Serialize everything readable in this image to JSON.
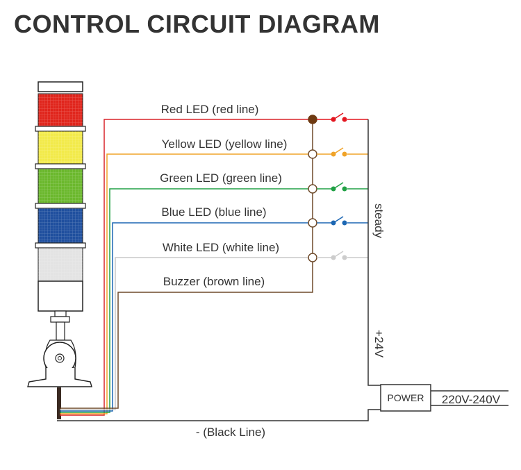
{
  "title": "CONTROL CIRCUIT DIAGRAM",
  "wires": [
    {
      "label": "Red LED (red line)",
      "color": "#d8232a",
      "contact": "#e3151f"
    },
    {
      "label": "Yellow LED (yellow line)",
      "color": "#f0a328",
      "contact": "#f0a328"
    },
    {
      "label": "Green LED (green line)",
      "color": "#21a145",
      "contact": "#21a145"
    },
    {
      "label": "Blue LED (blue line)",
      "color": "#1c67b3",
      "contact": "#1c67b3"
    },
    {
      "label": "White LED (white line)",
      "color": "#c8c8c8",
      "contact": "#cccccc"
    },
    {
      "label": "Buzzer (brown line)",
      "color": "#6e4a2a",
      "contact": "#6e4a2a"
    }
  ],
  "mode_label": "steady",
  "voltage_label": "+24V",
  "power_label": "POWER",
  "input_label": "220V-240V",
  "ground_label": "- (Black Line)",
  "tower_colors": {
    "red": "#e0251c",
    "yellow": "#f2ea4a",
    "green": "#6bb82d",
    "blue": "#1f4f9e",
    "white": "#e3e3e3"
  }
}
